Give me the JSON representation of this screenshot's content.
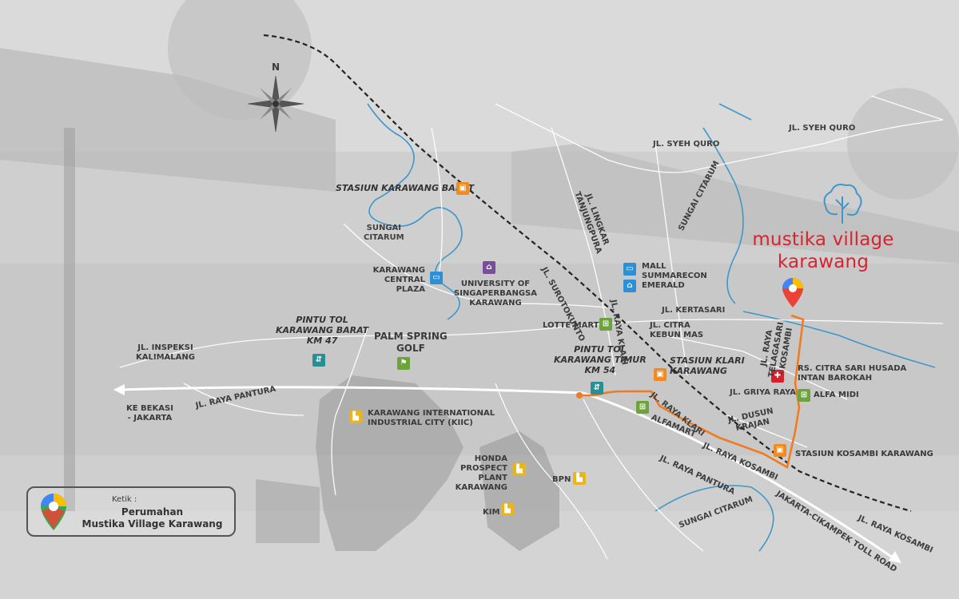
{
  "brand": {
    "line1": "mustika village",
    "line2": "karawang",
    "color": "#d9232d"
  },
  "compass": {
    "label": "N"
  },
  "search_hint": {
    "prefix": "Ketik :",
    "line1": "Perumahan",
    "line2": "Mustika Village Karawang"
  },
  "colors": {
    "route": "#f07b23",
    "road": "#ffffff",
    "river": "#3f97c9",
    "rail": "#222222"
  },
  "places": {
    "stasiun_karawang_barat": "STASIUN KARAWANG BARAT",
    "karawang_central_plaza": "KARAWANG\nCENTRAL PLAZA",
    "unsika": "UNIVERSITY OF\nSINGAPERBANGSA\nKARAWANG",
    "palm_spring": "PALM SPRING\nGOLF",
    "pintu_tol_barat": "PINTU TOL\nKARAWANG BARAT\nKM 47",
    "pintu_tol_timur": "PINTU TOL\nKARAWANG TIMUR\nKM 54",
    "kiic": "KARAWANG INTERNATIONAL\nINDUSTRIAL CITY (KIIC)",
    "honda": "HONDA\nPROSPECT PLANT\nKARAWANG",
    "bpn": "BPN",
    "kim": "KIM",
    "lotte": "LOTTE MART",
    "mall": "MALL\nSUMMARECON\nEMERALD",
    "stasiun_klari": "STASIUN KLARI\nKARAWANG",
    "alfamart": "ALFAMART",
    "rs": "RS. CITRA SARI HUSADA\nINTAN BAROKAH",
    "alfa_midi": "ALFA MIDI",
    "stasiun_kosambi": "STASIUN KOSAMBI KARAWANG",
    "ke_bekasi": "KE BEKASI\n- JAKARTA"
  },
  "roads": {
    "syeh_quro_1": "JL. SYEH QURO",
    "syeh_quro_2": "JL. SYEH QURO",
    "lingkar": "JL. LINGKAR\nTANJUNGPURA",
    "surotokunto": "JL. SUROTOKUNTO",
    "raya_klari_1": "JL. RAYA KLARI",
    "raya_klari_2": "JL. RAYA KLARI",
    "kertasari": "JL. KERTASARI",
    "citra_kebun_mas": "JL. CITRA\nKEBUN MAS",
    "telagasari": "JL. RAYA\nTELAGASARI\n- KOSAMBI",
    "griya_raya": "JL. GRIYA RAYA",
    "dusun_krajan": "JL. DUSUN\nKRAJAN",
    "raya_kosambi_1": "JL. RAYA KOSAMBI",
    "raya_kosambi_2": "JL. RAYA KOSAMBI",
    "raya_pantura_1": "JL. RAYA PANTURA",
    "raya_pantura_2": "JL. RAYA PANTURA",
    "toll": "JAKARTA-CIKAMPEK TOLL ROAD",
    "inspeksi": "JL. INSPEKSI\nKALIMALANG"
  },
  "rivers": {
    "citarum_1": "SUNGAI\nCITARUM",
    "citarum_2": "SUNGAI CITARUM",
    "citarum_3": "SUNGAI CITARUM"
  },
  "icons": {
    "train": "train-icon",
    "mall": "shopping-icon",
    "uni": "university-icon",
    "toll": "toll-gate-icon",
    "golf": "golf-icon",
    "industry": "factory-icon",
    "cart": "cart-icon",
    "hospital": "hospital-icon",
    "pin": "map-pin-icon"
  }
}
